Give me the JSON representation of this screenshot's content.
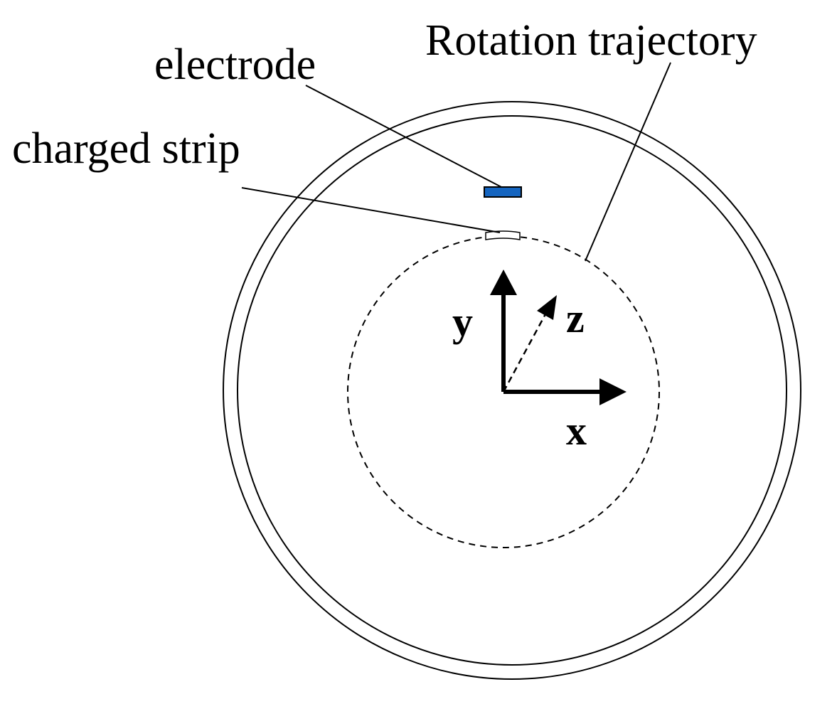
{
  "labels": {
    "rotation_trajectory": "Rotation trajectory",
    "electrode": "electrode",
    "charged_strip": "charged strip"
  },
  "axes": {
    "x": "x",
    "y": "y",
    "z": "z"
  },
  "colors": {
    "electrode_fill": "#1565c0",
    "line": "#000000",
    "background": "#ffffff"
  }
}
